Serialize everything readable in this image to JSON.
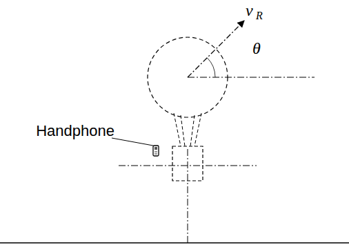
{
  "diagram": {
    "labels": [
      "Handphone",
      "v",
      "R",
      "θ"
    ]
  }
}
